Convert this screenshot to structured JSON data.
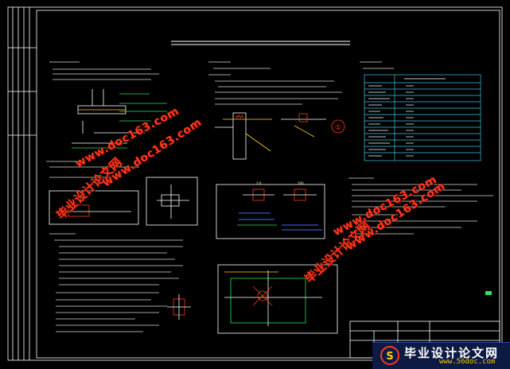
{
  "watermark": {
    "cn_text": "毕业设计论文网",
    "url_text": "www.doc163.com"
  },
  "logo": {
    "cn_text": "毕业设计论文网",
    "url_text": "www.56doc.com",
    "mark": "S"
  },
  "colors": {
    "background": "#000000",
    "lines": "#ffffff",
    "annotation_green": "#2fe05a",
    "annotation_yellow": "#ffd21a",
    "table_cyan": "#38c6e6",
    "accent_red": "#ff3a1a",
    "accent_blue": "#3a6cff"
  },
  "drawing_labels": {
    "circle_marker": "①",
    "dimension_a": "2:0",
    "dimension_b": "200"
  }
}
